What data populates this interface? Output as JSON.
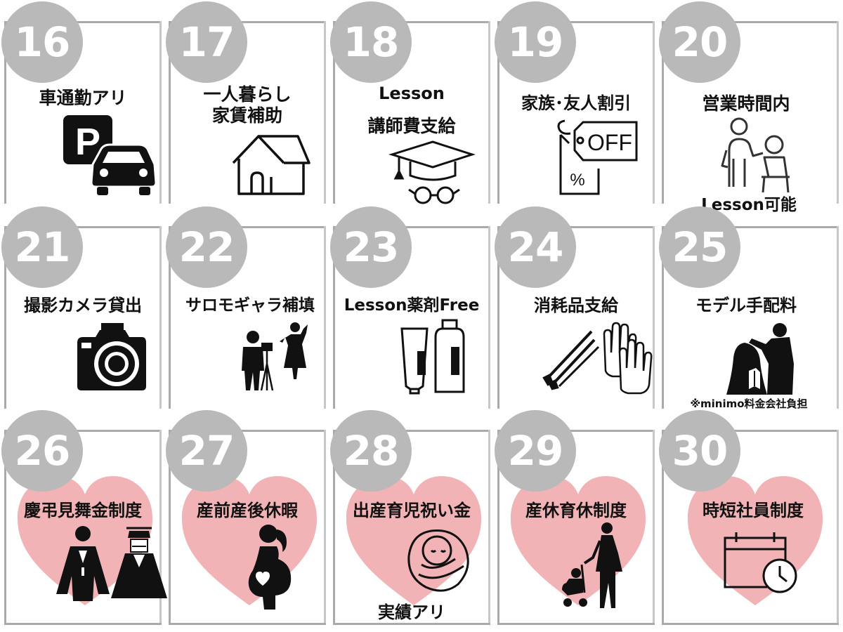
{
  "colors": {
    "badge": "#b9b9b9",
    "heart": "#f1b3b5",
    "frame": "#a7abad",
    "ink": "#111111"
  },
  "items": [
    {
      "num": "16",
      "title": "車通勤アリ",
      "icon": "parking-car-icon"
    },
    {
      "num": "17",
      "title": "一人暮らし\n家賃補助",
      "icon": "house-icon"
    },
    {
      "num": "18",
      "title_top": "Lesson",
      "title": "講師費支給",
      "icon": "graduation-cap-icon"
    },
    {
      "num": "19",
      "title": "家族･友人割引",
      "icon": "discount-tag-icon",
      "tag_text": "OFF",
      "tag_symbol": "%"
    },
    {
      "num": "20",
      "title": "営業時間内",
      "sub": "Lesson可能",
      "icon": "stylist-client-icon"
    },
    {
      "num": "21",
      "title": "撮影カメラ貸出",
      "icon": "camera-icon"
    },
    {
      "num": "22",
      "title": "サロモギャラ補填",
      "icon": "photoshoot-icon"
    },
    {
      "num": "23",
      "title": "Lesson薬剤Free",
      "icon": "hair-products-icon"
    },
    {
      "num": "24",
      "title": "消耗品支給",
      "icon": "brushes-gloves-icon"
    },
    {
      "num": "25",
      "title": "モデル手配料",
      "sub": "※minimo料金会社負担",
      "icon": "hairdresser-model-icon"
    },
    {
      "num": "26",
      "title": "慶弔見舞金制度",
      "icon": "wedding-couple-icon"
    },
    {
      "num": "27",
      "title": "産前産後休暇",
      "icon": "pregnant-woman-icon"
    },
    {
      "num": "28",
      "title": "出産育児祝い金",
      "sub": "実績アリ",
      "icon": "swaddled-baby-icon"
    },
    {
      "num": "29",
      "title": "産休育休制度",
      "icon": "parent-stroller-icon"
    },
    {
      "num": "30",
      "title": "時短社員制度",
      "icon": "calendar-clock-icon"
    }
  ]
}
